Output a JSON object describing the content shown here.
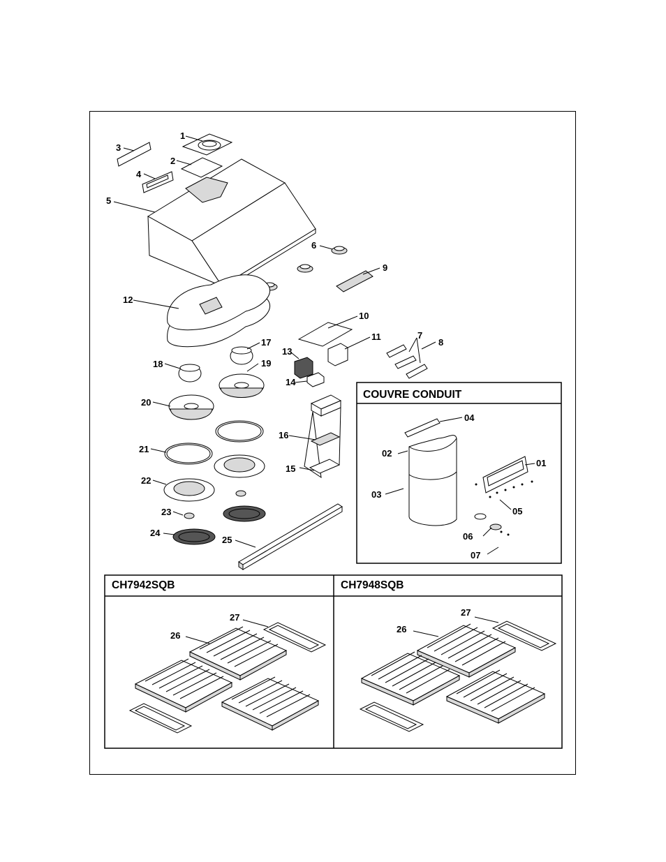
{
  "callouts": [
    "1",
    "2",
    "3",
    "4",
    "5",
    "6",
    "7",
    "8",
    "9",
    "10",
    "11",
    "12",
    "13",
    "14",
    "15",
    "16",
    "17",
    "18",
    "19",
    "20",
    "21",
    "22",
    "23",
    "24",
    "25"
  ],
  "couvre": {
    "title": "COUVRE CONDUIT",
    "callouts": [
      "01",
      "02",
      "03",
      "04",
      "05",
      "06",
      "07"
    ]
  },
  "models": [
    {
      "name": "CH7942SQB",
      "callouts": [
        "26",
        "27"
      ]
    },
    {
      "name": "CH7948SQB",
      "callouts": [
        "26",
        "27"
      ]
    }
  ]
}
